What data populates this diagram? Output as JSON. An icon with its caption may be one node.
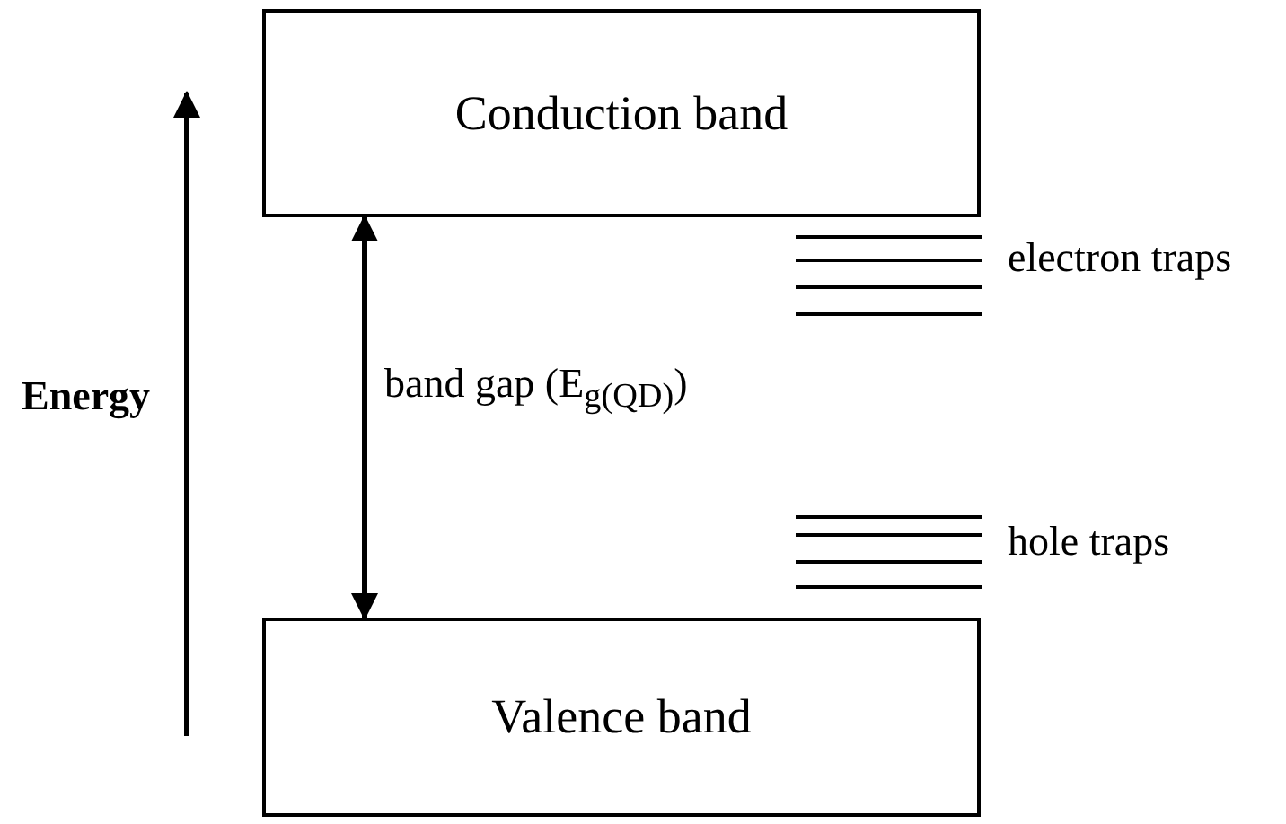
{
  "diagram": {
    "nodes": [
      {
        "text": [
          "Conduction band"
        ]
      },
      {
        "text": [
          "Valence band"
        ]
      }
    ],
    "edges": [
      {
        "from": 0,
        "to": 1,
        "arrow": "both",
        "label": "band gap (E$_{g(QD)}$)"
      }
    ],
    "labels": [
      "Energy",
      "electron traps",
      "hole traps"
    ]
  }
}
